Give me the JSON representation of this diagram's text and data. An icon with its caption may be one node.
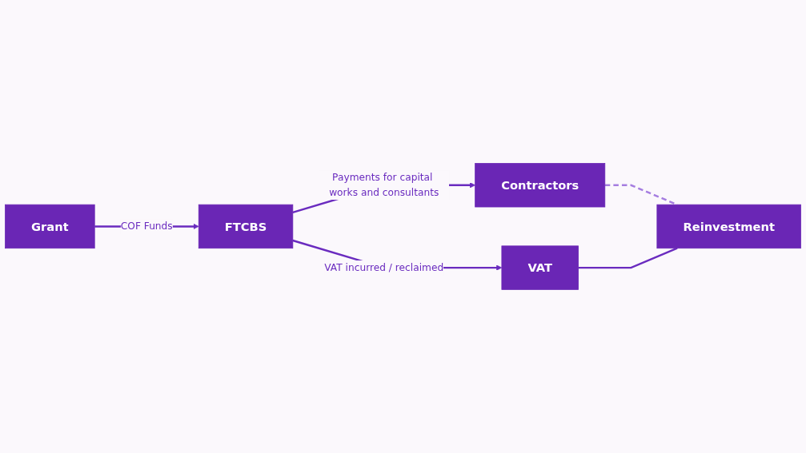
{
  "diagram": {
    "nodes": [
      {
        "text": [
          "Grant"
        ]
      },
      {
        "text": [
          "FTCBS"
        ]
      },
      {
        "text": [
          "Contractors"
        ]
      },
      {
        "text": [
          "VAT"
        ]
      },
      {
        "text": [
          "Reinvestment"
        ]
      }
    ],
    "edges": [
      {
        "from": 0,
        "to": 1,
        "arrow": "to",
        "label": "COF Funds"
      },
      {
        "from": 1,
        "to": 2,
        "arrow": "to",
        "label": "Payments for capital works and consultants"
      },
      {
        "from": 1,
        "to": 3,
        "arrow": "to",
        "label": "VAT incurred / reclaimed"
      },
      {
        "from": 2,
        "to": 4,
        "arrow": "none",
        "style": "dashed",
        "color": "#a57de0"
      },
      {
        "from": 3,
        "to": 4,
        "arrow": "none"
      }
    ]
  }
}
